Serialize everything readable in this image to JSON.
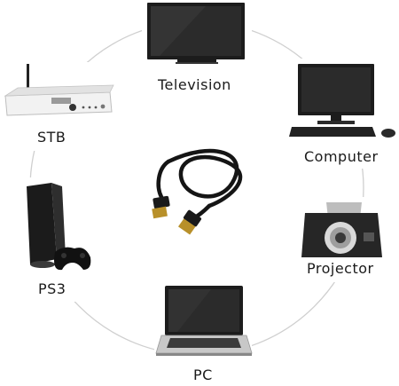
{
  "labels": {
    "television": "Television",
    "stb": "STB",
    "computer": "Computer",
    "projector": "Projector",
    "ps3": "PS3",
    "pc": "PC"
  },
  "colors": {
    "ring": "#cfcfcf",
    "device_dark": "#1c1c1c",
    "device_light": "#f2f2f2",
    "screen": "#2b2b2b",
    "text": "#1a1a1a"
  },
  "icons": [
    "hdmi-cable-icon",
    "television-icon",
    "set-top-box-icon",
    "desktop-computer-icon",
    "projector-icon",
    "game-console-icon",
    "laptop-icon"
  ]
}
